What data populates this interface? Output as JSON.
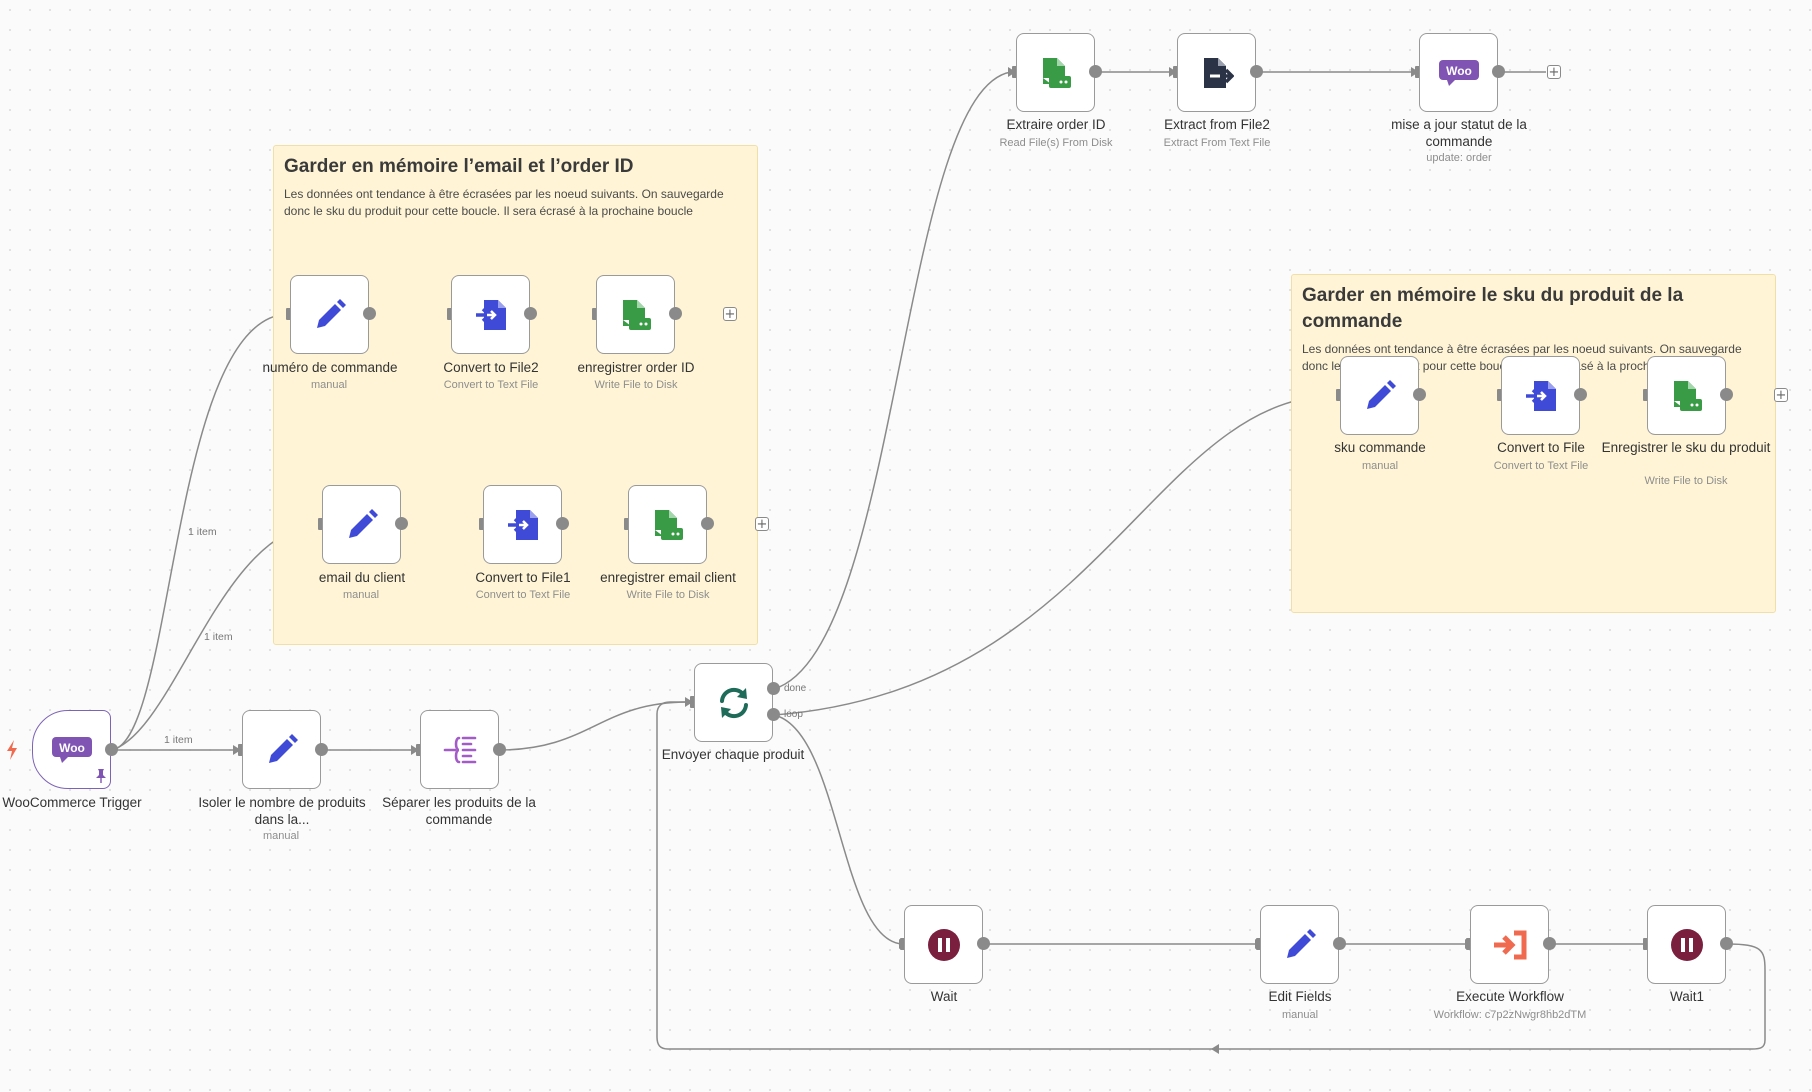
{
  "stickies": {
    "email": {
      "title": "Garder en mémoire l’email et l’order ID",
      "text": "Les données ont tendance à être écrasées par les noeud suivants. On sauvegarde donc le sku du produit pour cette boucle. Il sera écrasé à la prochaine boucle"
    },
    "sku": {
      "title": "Garder en mémoire le sku du produit de la commande",
      "text": "Les données ont tendance à être écrasées par les noeud suivants. On sauvegarde donc le sku du produit pour cette boucle. Il sera écrasé à la prochaine boucle"
    }
  },
  "nodes": {
    "trigger": {
      "name": "WooCommerce Trigger",
      "sub": "",
      "icon": "woocommerce-icon"
    },
    "isoler": {
      "name": "Isoler le nombre de produits dans la...",
      "sub": "manual",
      "icon": "pencil-icon"
    },
    "separer": {
      "name": "Séparer les produits de la commande",
      "sub": "",
      "icon": "split-out-icon"
    },
    "envoyer": {
      "name": "Envoyer chaque produit",
      "sub": "",
      "icon": "loop-icon"
    },
    "numero": {
      "name": "numéro de commande",
      "sub": "manual",
      "icon": "pencil-icon"
    },
    "convert2a": {
      "name": "Convert to File2",
      "sub": "Convert to Text File",
      "icon": "convert-file-icon"
    },
    "enregOrder": {
      "name": "enregistrer order ID",
      "sub": "Write File to Disk",
      "icon": "disk-file-icon"
    },
    "email": {
      "name": "email du client",
      "sub": "manual",
      "icon": "pencil-icon"
    },
    "convert1": {
      "name": "Convert to File1",
      "sub": "Convert to Text File",
      "icon": "convert-file-icon"
    },
    "enregEmail": {
      "name": "enregistrer email client",
      "sub": "Write File to Disk",
      "icon": "disk-file-icon"
    },
    "extraire": {
      "name": "Extraire order ID",
      "sub": "Read File(s) From Disk",
      "icon": "disk-file-icon"
    },
    "extract2": {
      "name": "Extract from File2",
      "sub": "Extract From Text File",
      "icon": "extract-file-icon"
    },
    "miseajour": {
      "name": "mise a jour statut de la commande",
      "sub": "update: order",
      "icon": "woocommerce-icon"
    },
    "sku": {
      "name": "sku commande",
      "sub": "manual",
      "icon": "pencil-icon"
    },
    "convert": {
      "name": "Convert to File",
      "sub": "Convert to Text File",
      "icon": "convert-file-icon"
    },
    "enregSku": {
      "name": "Enregistrer le sku du produit",
      "sub": "Write File to Disk",
      "icon": "disk-file-icon"
    },
    "wait": {
      "name": "Wait",
      "sub": "",
      "icon": "pause-icon"
    },
    "editFields": {
      "name": "Edit Fields",
      "sub": "manual",
      "icon": "pencil-icon"
    },
    "execute": {
      "name": "Execute Workflow",
      "sub": "Workflow: c7p2zNwgr8hb2dTM",
      "icon": "execute-workflow-icon"
    },
    "wait1": {
      "name": "Wait1",
      "sub": "",
      "icon": "pause-icon"
    }
  },
  "edge_labels": {
    "a": "1 item",
    "b": "1 item",
    "c": "1 item"
  },
  "port_labels": {
    "done": "done",
    "loop": "loop"
  },
  "icon_text": {
    "woo": "Woo"
  },
  "colors": {
    "pencil": "#3f4bd6",
    "convert": "#3f4bd6",
    "disk": "#3a9b47",
    "extract": "#2b3346",
    "woo": "#7f54b3",
    "loop": "#1e6b59",
    "pause": "#7a1f3d",
    "execute": "#ef6a4f",
    "split": "#a35bc8",
    "sticky": "#fff5d6",
    "edge": "#8a8a8a"
  }
}
